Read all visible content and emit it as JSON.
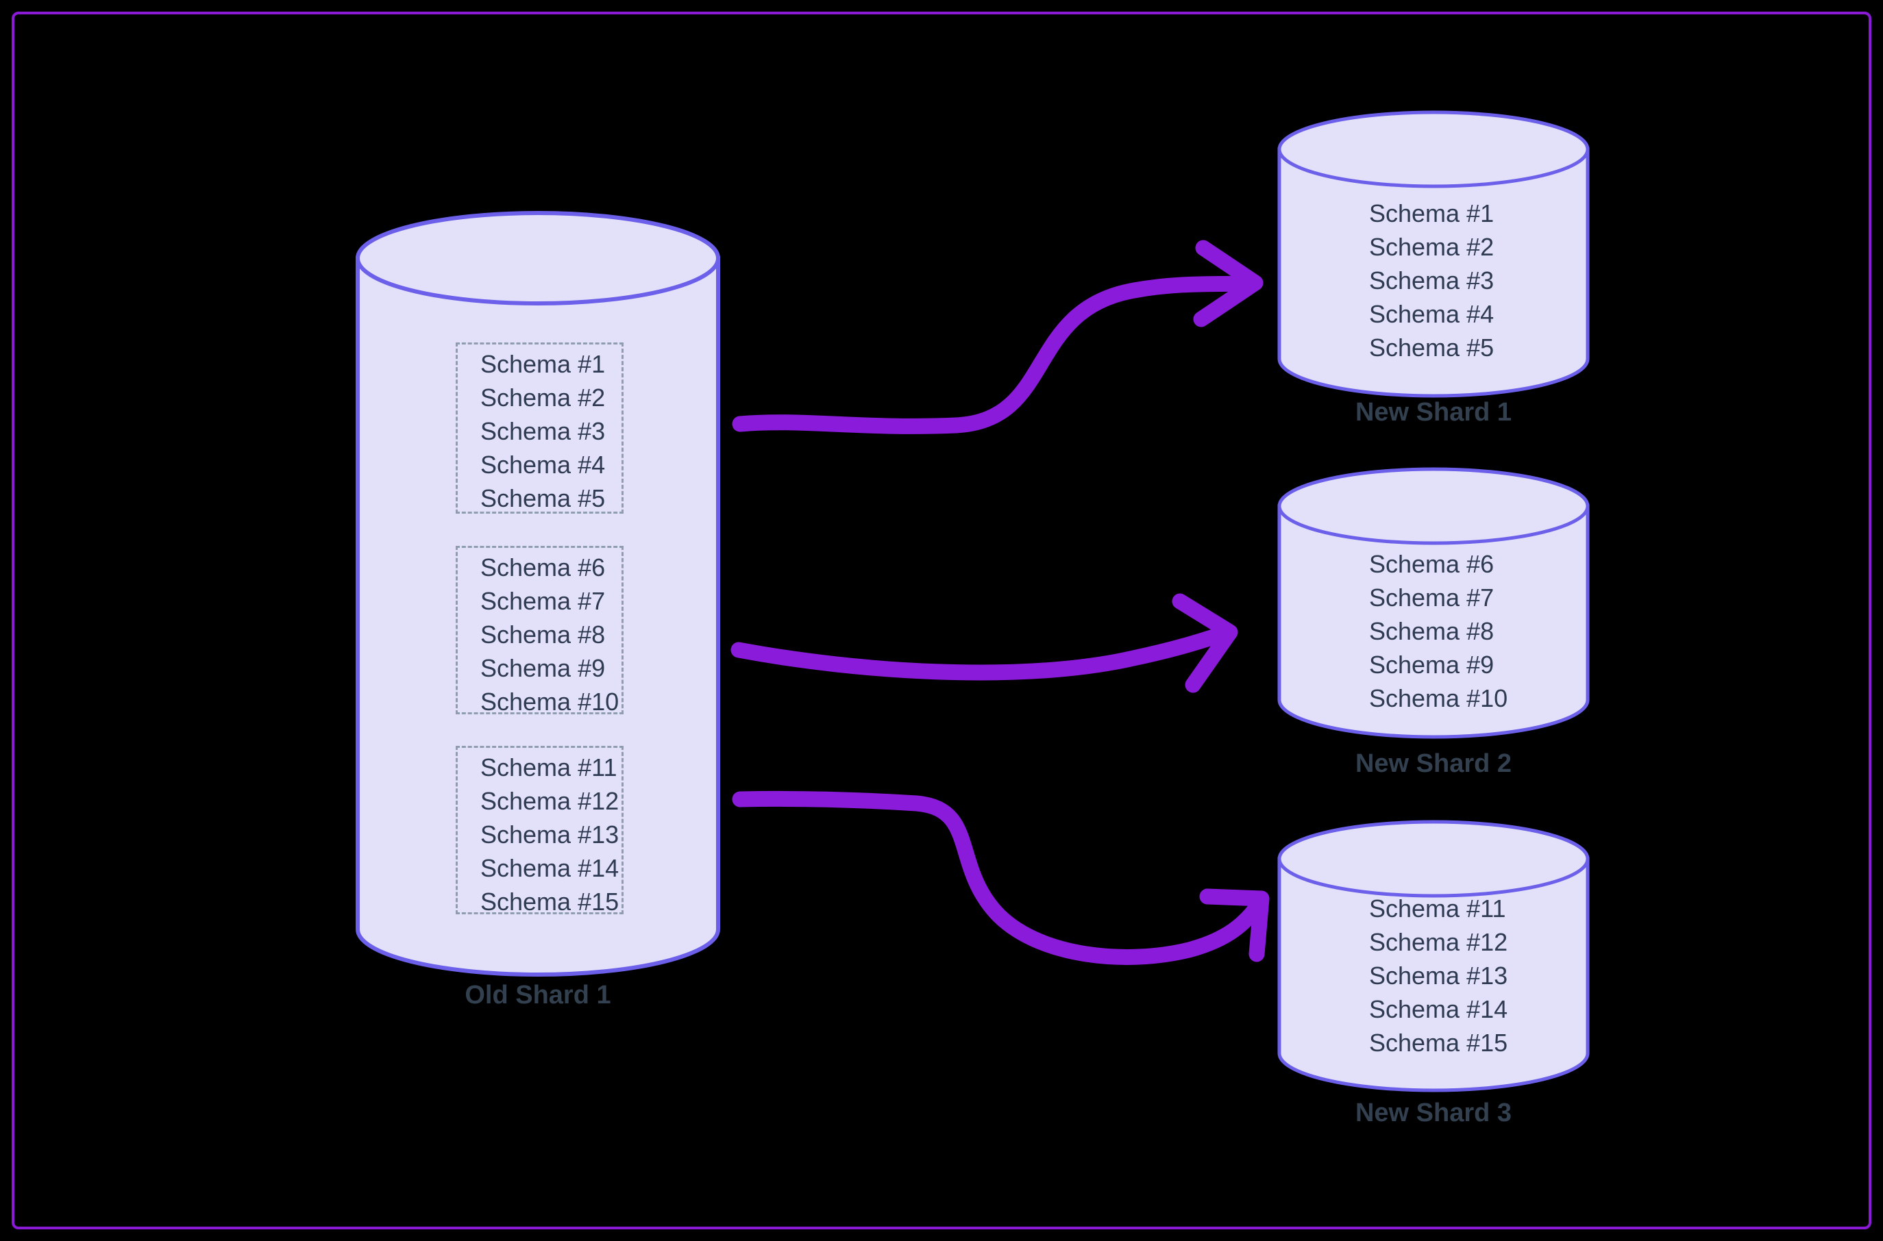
{
  "diagram": {
    "title": "database-resharding-diagram",
    "old_shard": {
      "label": "Old Shard 1",
      "groups": [
        {
          "items": [
            "Schema #1",
            "Schema #2",
            "Schema #3",
            "Schema #4",
            "Schema #5"
          ]
        },
        {
          "items": [
            "Schema #6",
            "Schema #7",
            "Schema #8",
            "Schema #9",
            "Schema #10"
          ]
        },
        {
          "items": [
            "Schema #11",
            "Schema #12",
            "Schema #13",
            "Schema #14",
            "Schema #15"
          ]
        }
      ]
    },
    "new_shards": [
      {
        "label": "New Shard 1",
        "items": [
          "Schema #1",
          "Schema #2",
          "Schema #3",
          "Schema #4",
          "Schema #5"
        ]
      },
      {
        "label": "New Shard 2",
        "items": [
          "Schema #6",
          "Schema #7",
          "Schema #8",
          "Schema #9",
          "Schema #10"
        ]
      },
      {
        "label": "New Shard 3",
        "items": [
          "Schema #11",
          "Schema #12",
          "Schema #13",
          "Schema #14",
          "Schema #15"
        ]
      }
    ],
    "colors": {
      "background": "#000000",
      "frame_border": "#8B1AD6",
      "cylinder_fill": "#E3E1F9",
      "cylinder_stroke": "#6C5FE9",
      "arrow": "#8A1BDB",
      "schema_text": "#2F3B53",
      "label_text": "#33404F",
      "dashed_box_border": "#8E9DB0"
    }
  }
}
